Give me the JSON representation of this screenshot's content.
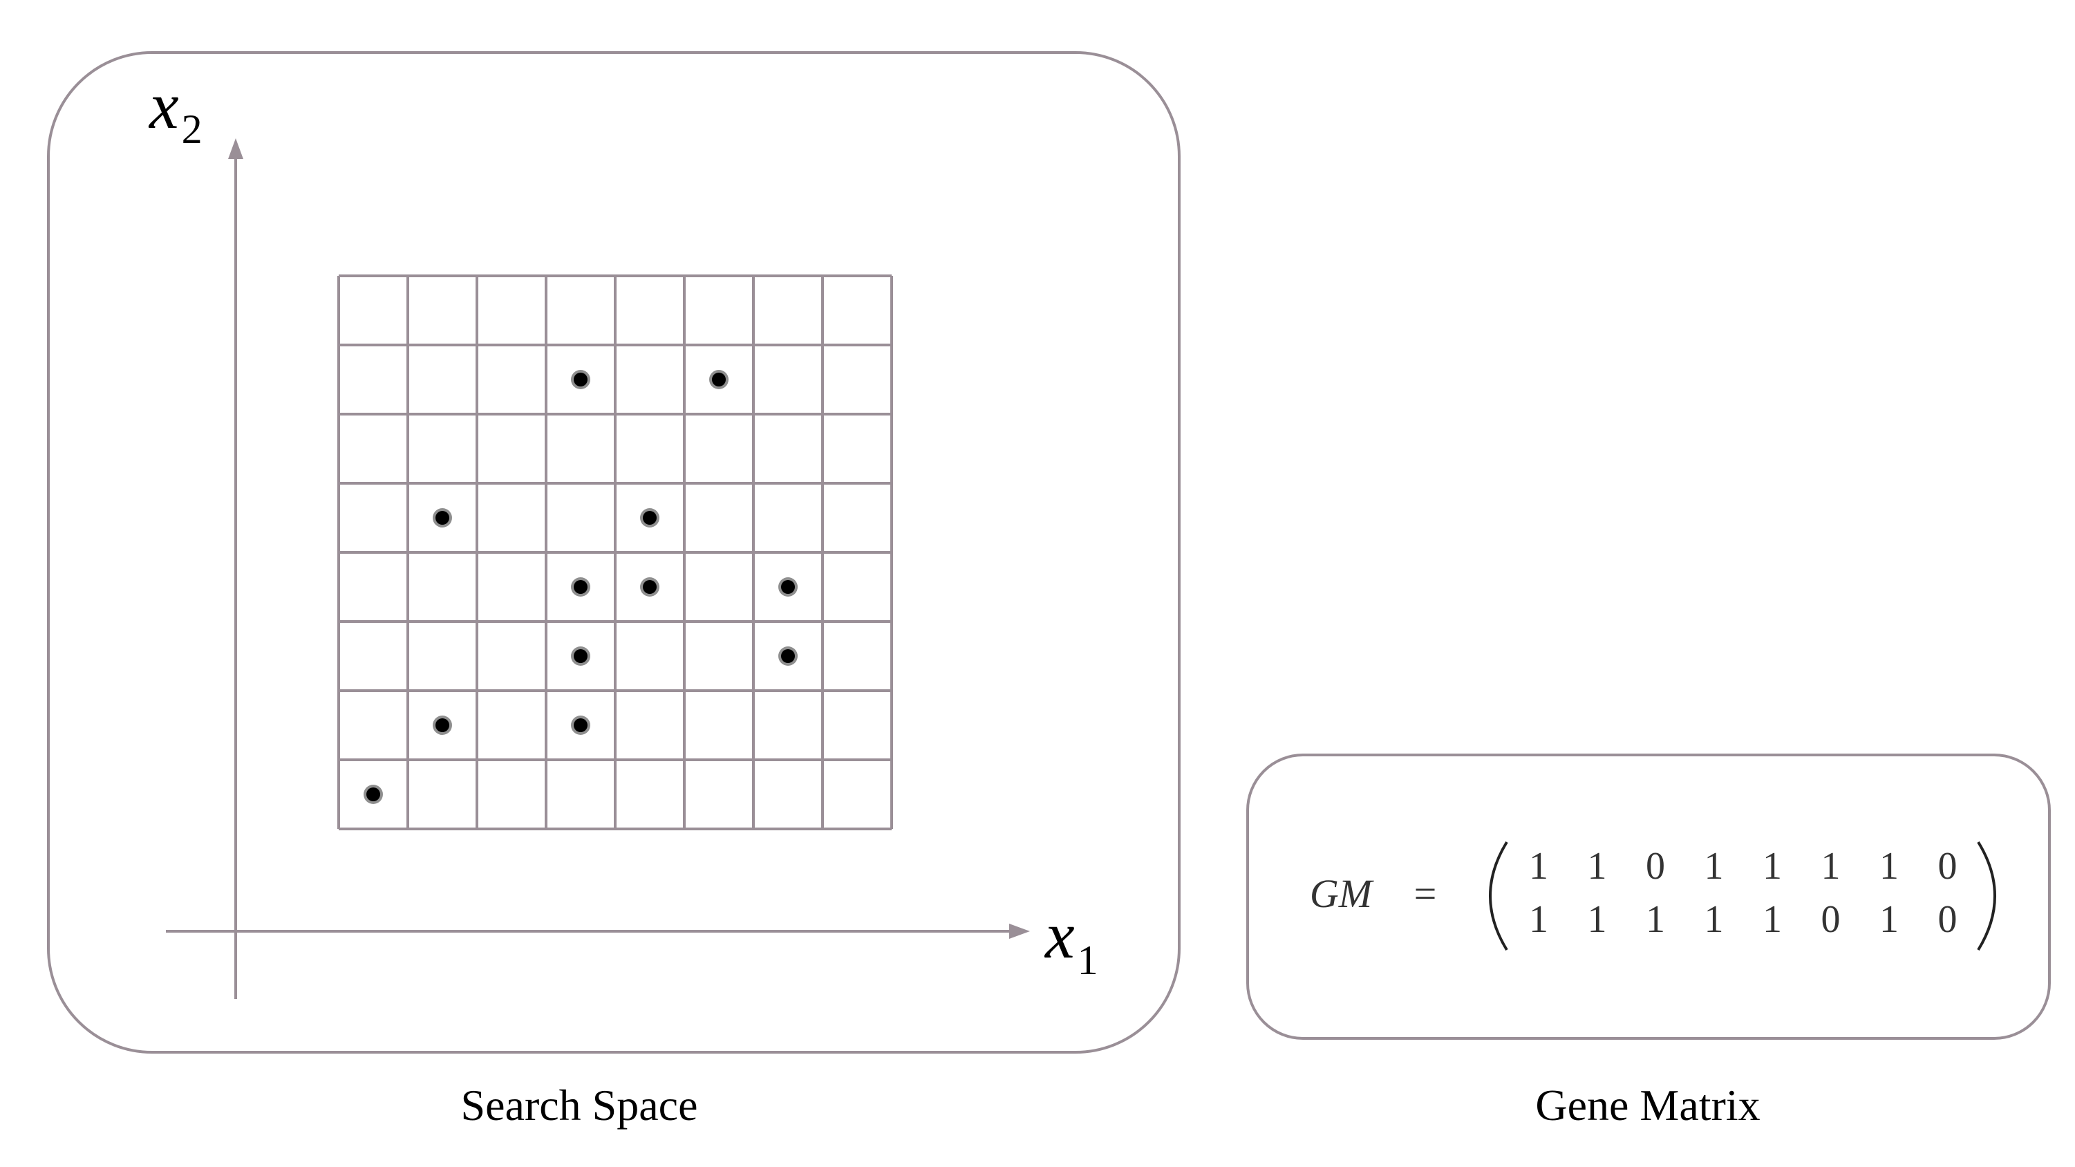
{
  "search_space": {
    "caption": "Search Space",
    "x_axis_label": "x",
    "x_axis_subscript": "1",
    "y_axis_label": "x",
    "y_axis_subscript": "2",
    "grid_size": 8,
    "occupied_cells": [
      {
        "col": 4,
        "row": 7
      },
      {
        "col": 6,
        "row": 7
      },
      {
        "col": 2,
        "row": 5
      },
      {
        "col": 5,
        "row": 5
      },
      {
        "col": 4,
        "row": 4
      },
      {
        "col": 5,
        "row": 4
      },
      {
        "col": 7,
        "row": 4
      },
      {
        "col": 4,
        "row": 3
      },
      {
        "col": 7,
        "row": 3
      },
      {
        "col": 2,
        "row": 2
      },
      {
        "col": 4,
        "row": 2
      },
      {
        "col": 1,
        "row": 1
      }
    ]
  },
  "gene_matrix": {
    "caption": "Gene Matrix",
    "label": "GM",
    "equals": "=",
    "rows": [
      [
        "1",
        "1",
        "0",
        "1",
        "1",
        "1",
        "1",
        "0"
      ],
      [
        "1",
        "1",
        "1",
        "1",
        "1",
        "0",
        "1",
        "0"
      ]
    ]
  },
  "colors": {
    "frame": "#9a8f97",
    "dot": "#000000"
  }
}
